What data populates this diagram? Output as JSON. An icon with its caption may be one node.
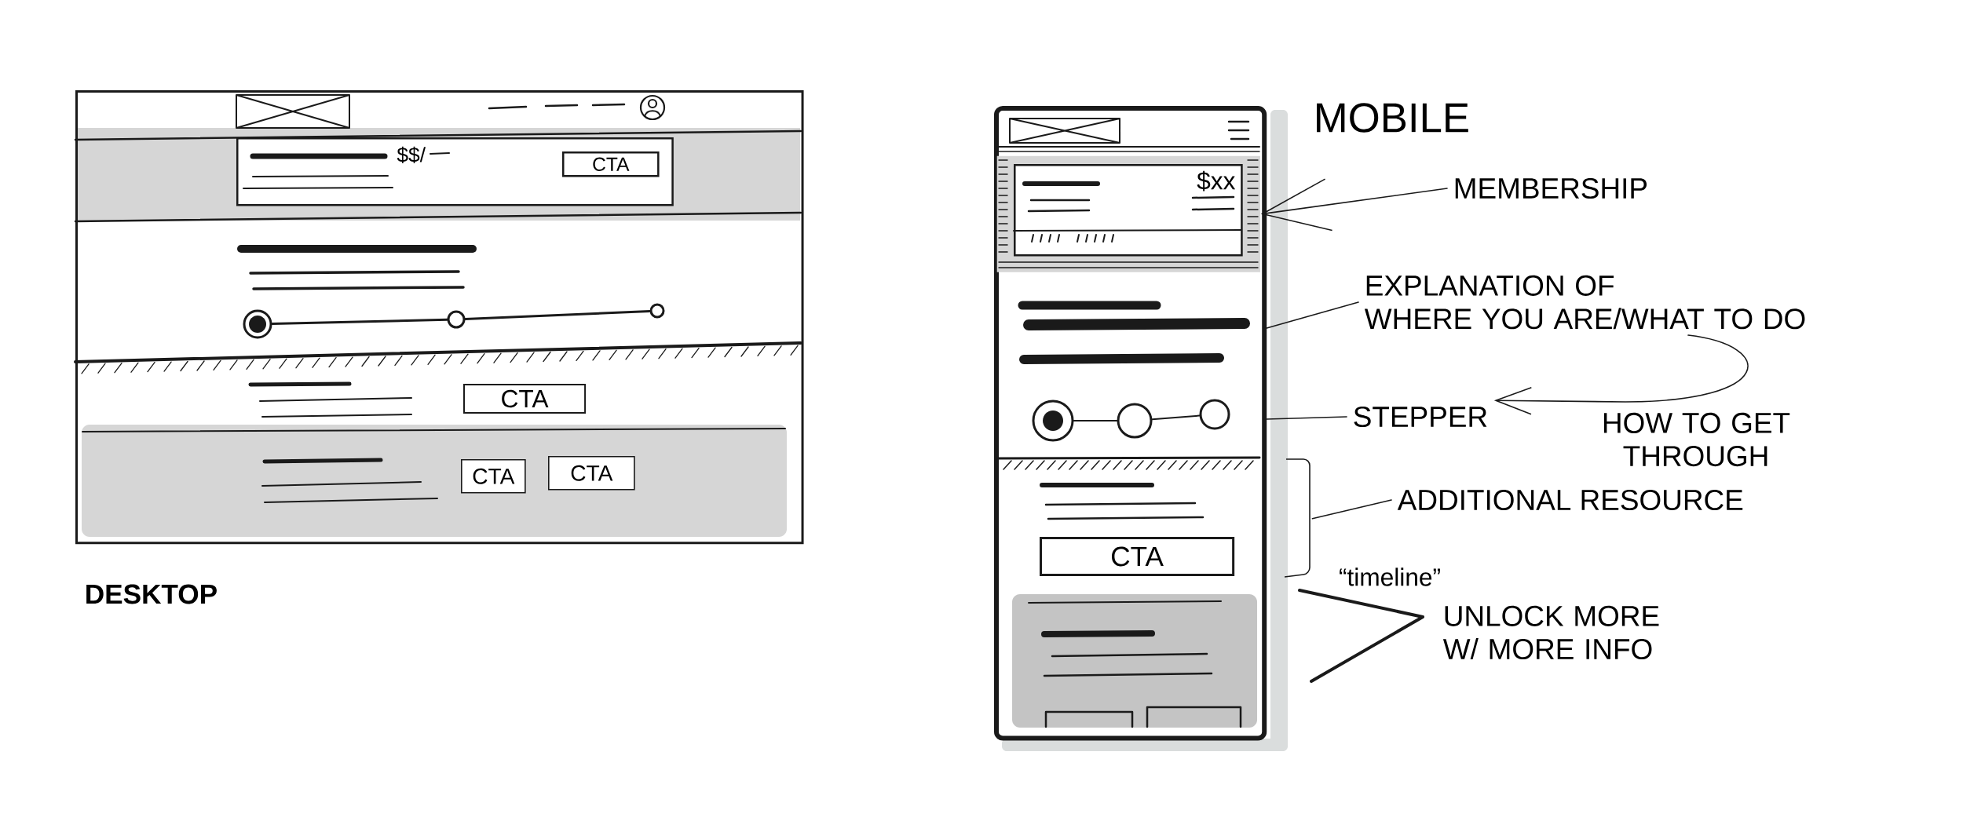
{
  "diagram": {
    "nodes": [
      {
        "text": [],
        "shape": "box",
        "beside": [
          "DESKTOP"
        ]
      },
      {
        "text": [
          "$$/"
        ],
        "in": 0
      },
      {
        "text": [
          "CTA"
        ],
        "in": 1
      },
      {
        "text": [],
        "shape": "circle",
        "in": 0
      },
      {
        "text": [],
        "shape": "circle",
        "in": 0
      },
      {
        "text": [],
        "shape": "circle",
        "in": 0
      },
      {
        "text": [
          "CTA"
        ],
        "in": 0
      },
      {
        "text": [
          "CTA"
        ],
        "in": 0
      },
      {
        "text": [
          "CTA"
        ],
        "in": 0
      },
      {
        "text": [],
        "shape": "box",
        "beside": [
          "MOBILE"
        ]
      },
      {
        "text": [],
        "shape": "box",
        "in": 9
      },
      {
        "text": [
          "$xx"
        ],
        "in": 10
      },
      {
        "text": [],
        "shape": "circle",
        "in": 9
      },
      {
        "text": [],
        "shape": "circle",
        "in": 9
      },
      {
        "text": [],
        "shape": "circle",
        "in": 9
      },
      {
        "text": [
          "CTA"
        ],
        "in": 9
      },
      {
        "text": [
          "MEMBERSHIP"
        ]
      },
      {
        "text": [
          "EXPLANATION OF WHERE YOU ARE/WHAT TO DO"
        ]
      },
      {
        "text": [
          "STEPPER"
        ]
      },
      {
        "text": [],
        "shape": "bracket"
      },
      {
        "text": [
          "ADDITIONAL RESOURCE"
        ]
      },
      {
        "text": [
          "UNLOCK MORE W/ MORE INFO"
        ]
      }
    ],
    "edges": [
      {
        "from": 3,
        "to": 4,
        "arrow": "none"
      },
      {
        "from": 4,
        "to": 5,
        "arrow": "none"
      },
      {
        "from": 12,
        "to": 13,
        "arrow": "none"
      },
      {
        "from": 13,
        "to": 14,
        "arrow": "none"
      },
      {
        "from": 16,
        "to": 10,
        "arrow": "to"
      },
      {
        "from": 17,
        "to": 9,
        "arrow": "none"
      },
      {
        "from": 17,
        "to": 18,
        "arrow": "to",
        "label": "HOW TO GET THROUGH"
      },
      {
        "from": 18,
        "to": 9,
        "arrow": "none"
      },
      {
        "from": 20,
        "to": 19,
        "arrow": "none"
      }
    ],
    "labels": [
      "“timeline”"
    ]
  }
}
